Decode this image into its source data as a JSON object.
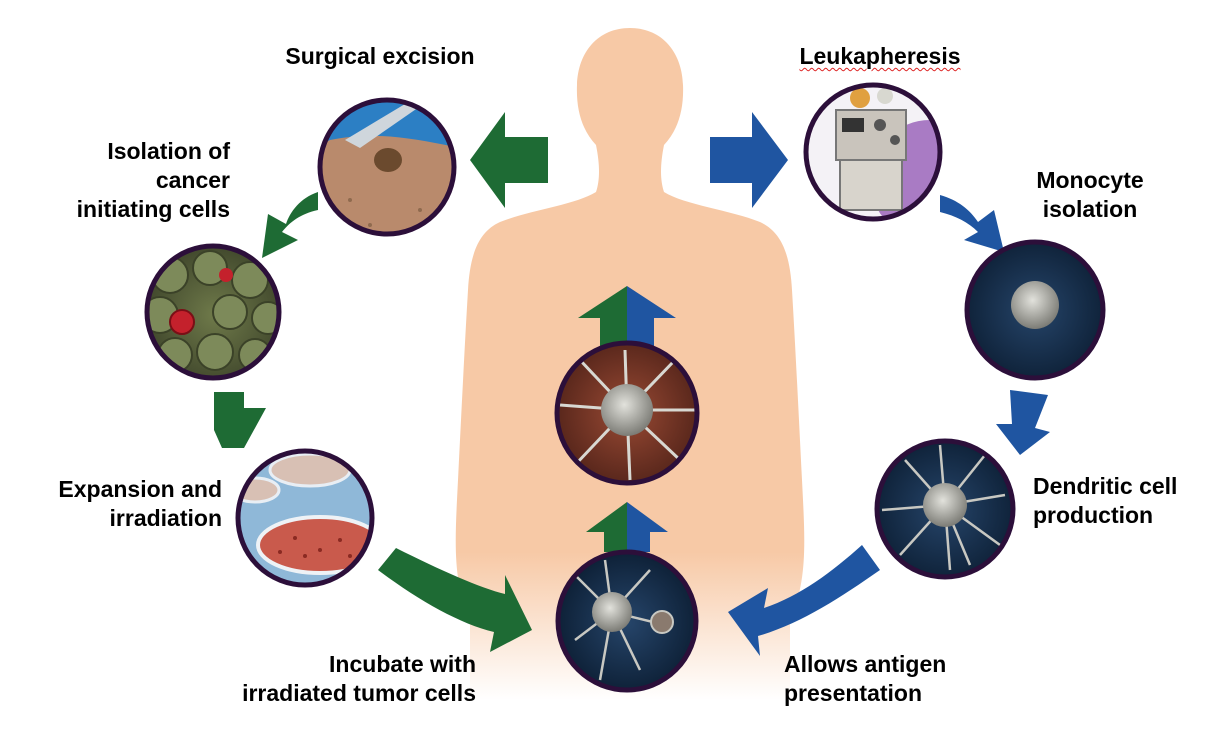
{
  "labels": {
    "surgical_excision": "Surgical excision",
    "leukapheresis": "Leukapheresis",
    "isolation": [
      "Isolation of",
      "cancer",
      "initiating cells"
    ],
    "monocyte": [
      "Monocyte",
      "isolation"
    ],
    "expansion": [
      "Expansion and",
      "irradiation"
    ],
    "dendritic": [
      "Dendritic cell",
      "production"
    ],
    "incubate": [
      "Incubate with",
      "irradiated tumor cells"
    ],
    "antigen": [
      "Allows antigen",
      "presentation"
    ]
  },
  "colors": {
    "skin": "#f7c9a6",
    "green_arrow": "#1e6b34",
    "blue_arrow": "#1f55a1",
    "circle_ring": "#2c0f3a",
    "tissue": "#b98a6c",
    "scalpel_blue": "#2c7fc4",
    "cancer_bg": "#4f5d3a",
    "red_cell": "#c4212c",
    "dish_blue": "#8fb8d8",
    "machine_bg": "#a97bc4",
    "cell_bg": "#0c1f36",
    "cell_body": "#b8b8b4",
    "center_bg": "#7a3a2a"
  },
  "icons": [
    "green-arrow-icon",
    "blue-arrow-icon",
    "split-up-arrow-icon"
  ]
}
